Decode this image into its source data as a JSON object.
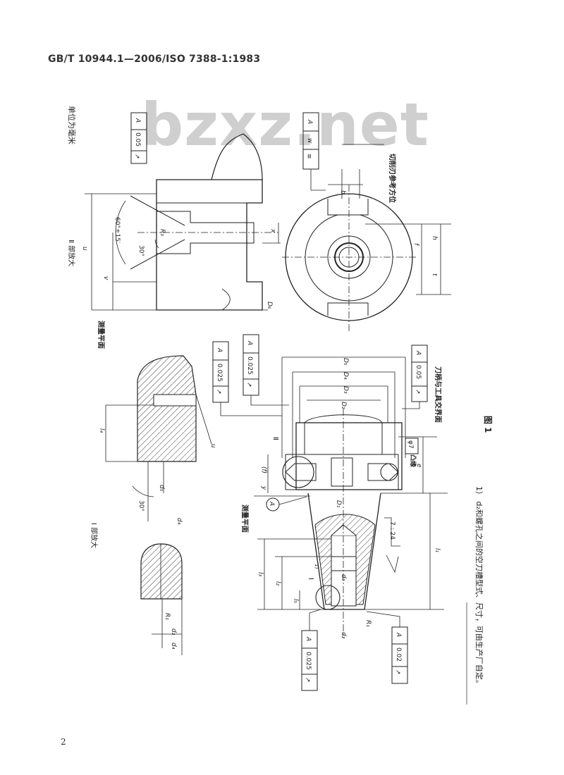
{
  "header": {
    "standard_code": "GB/T 10944.1—2006/ISO 7388-1:1983"
  },
  "watermark": "bzxz.net",
  "page_number": "2",
  "figure": {
    "caption": "图 1",
    "unit_note": "单位为毫米",
    "detail_II_title": "Ⅱ 部放大",
    "detail_I_title": "Ⅰ 部放大",
    "gauge_plane": "测量平面",
    "cutting_edge_ref": "切削刃参考方位",
    "flange_interface": "刀柄与工具交界面",
    "footnote": "1） d₂和螺孔之间的空刀槽型式、尺寸，可由生产厂自定。",
    "taper_ratio": "7 : 24",
    "tolerance_frames": [
      {
        "symbol": "↗",
        "value": "0.05",
        "datum": "A"
      },
      {
        "symbol": "≡",
        "value": "w",
        "datum": "A"
      },
      {
        "symbol": "↗",
        "value": "0.025",
        "datum": "A"
      },
      {
        "symbol": "↗",
        "value": "0.025",
        "datum": "A"
      },
      {
        "symbol": "↗",
        "value": "0.05",
        "datum": "A"
      },
      {
        "symbol": "↗",
        "value": "0.025",
        "datum": "A"
      },
      {
        "symbol": "↗",
        "value": "0.02",
        "datum": "A"
      }
    ],
    "datum_label": "A",
    "detail_marker_II": "Ⅱ",
    "detail_marker_I": "Ⅰ",
    "dims": {
      "angle_60": "60°±15′",
      "angle_30": "30°",
      "angle_30b": "30°",
      "R3": "R₃",
      "x": "x",
      "u": "u",
      "v": "v",
      "D6": "D₆",
      "b": "b",
      "t": "t",
      "f": "f",
      "h": "h",
      "l4": "l₄",
      "d5": "d₅",
      "d4": "d₄",
      "d2": "d₂",
      "R1": "R₁",
      "d1_main": "D₁",
      "D2": "D₂",
      "D3": "D₃",
      "D4": "D₄",
      "D5": "D₅",
      "d3": "d₃",
      "l1": "l₁",
      "l2": "l₂",
      "l3": "l₃",
      "l5": "l₅",
      "e": "e",
      "y": "y",
      "f_paren": "(f)",
      "phi7": "φ7",
      "socket": "凸缘",
      "note1": "1)",
      "u_mark": "u"
    }
  }
}
